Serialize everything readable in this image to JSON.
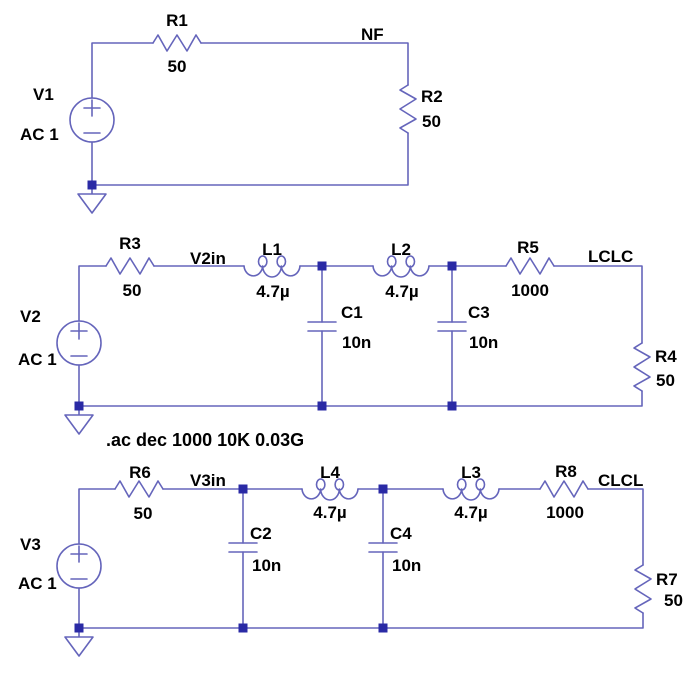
{
  "spice_directive": ".ac dec 1000 10K 0.03G",
  "colors": {
    "wire": "#6565BB",
    "junction": "#2A2AA5",
    "text": "#000000",
    "background": "#FFFFFF"
  },
  "circuit_top": {
    "source": {
      "name": "V1",
      "value": "AC 1"
    },
    "series_resistor": {
      "name": "R1",
      "value": "50"
    },
    "load_resistor": {
      "name": "R2",
      "value": "50"
    },
    "output_node": "NF"
  },
  "circuit_middle": {
    "source": {
      "name": "V2",
      "value": "AC 1"
    },
    "series_resistor": {
      "name": "R3",
      "value": "50"
    },
    "input_node": "V2in",
    "inductor1": {
      "name": "L1",
      "value": "4.7µ"
    },
    "cap1": {
      "name": "C1",
      "value": "10n"
    },
    "inductor2": {
      "name": "L2",
      "value": "4.7µ"
    },
    "cap2": {
      "name": "C3",
      "value": "10n"
    },
    "resistor2": {
      "name": "R5",
      "value": "1000"
    },
    "output_node": "LCLC",
    "load_resistor": {
      "name": "R4",
      "value": "50"
    }
  },
  "circuit_bottom": {
    "source": {
      "name": "V3",
      "value": "AC 1"
    },
    "series_resistor": {
      "name": "R6",
      "value": "50"
    },
    "input_node": "V3in",
    "cap1": {
      "name": "C2",
      "value": "10n"
    },
    "inductor1": {
      "name": "L4",
      "value": "4.7µ"
    },
    "cap2": {
      "name": "C4",
      "value": "10n"
    },
    "inductor2": {
      "name": "L3",
      "value": "4.7µ"
    },
    "resistor2": {
      "name": "R8",
      "value": "1000"
    },
    "output_node": "CLCL",
    "load_resistor": {
      "name": "R7",
      "value": "50"
    }
  }
}
